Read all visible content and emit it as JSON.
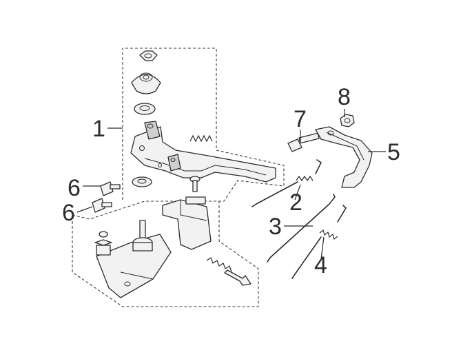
{
  "callouts": [
    {
      "id": "c1",
      "label": "1"
    },
    {
      "id": "c2",
      "label": "2"
    },
    {
      "id": "c3",
      "label": "3"
    },
    {
      "id": "c4",
      "label": "4"
    },
    {
      "id": "c5",
      "label": "5"
    },
    {
      "id": "c6a",
      "label": "6"
    },
    {
      "id": "c6b",
      "label": "6"
    },
    {
      "id": "c7",
      "label": "7"
    },
    {
      "id": "c8",
      "label": "8"
    }
  ]
}
